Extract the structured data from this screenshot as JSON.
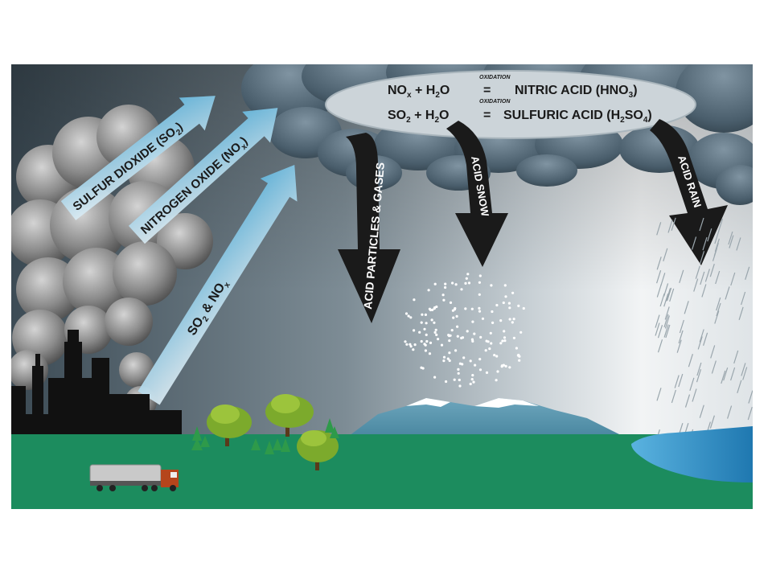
{
  "colors": {
    "sky_dark": "#3d4d57",
    "sky_light": "#eef1f3",
    "ground": "#1a8a5c",
    "water": "#2d8fc9",
    "mountain": "#4d8ea8",
    "cloud_dark": "#445866",
    "cloud_light": "#c9d2d8",
    "smoke": "#8a8a8a",
    "emission_arrow": "#8ec4dc",
    "deposition_arrow": "#1a1a1a",
    "tree": "#7ca82c",
    "truck_cab": "#b5451c"
  },
  "emissions": {
    "sulfur_dioxide": {
      "main": "SULFUR DIOXIDE (SO",
      "sub": "2",
      "end": ")"
    },
    "nitrogen_oxide": {
      "main": "NITROGEN OXIDE (NO",
      "sub": "x",
      "end": ")"
    },
    "combined": {
      "a": "SO",
      "a_sub": "2",
      "b": " & NO",
      "b_sub": "x"
    }
  },
  "reactions": {
    "nitric": {
      "r1": "NO",
      "r1_sub": "x",
      "plus": " + H",
      "h_sub": "2",
      "o": "O",
      "process": "OXIDATION",
      "equals": "=",
      "product": "NITRIC ACID (HNO",
      "product_sub": "3",
      "product_end": ")"
    },
    "sulfuric": {
      "r1": "SO",
      "r1_sub": "2",
      "plus": " + H",
      "h_sub": "2",
      "o": "O",
      "process": "OXIDATION",
      "equals": "=",
      "product": "SULFURIC ACID (H",
      "product_sub1": "2",
      "product_mid": "SO",
      "product_sub2": "4",
      "product_end": ")"
    }
  },
  "deposition": {
    "particles": "ACID PARTICLES & GASES",
    "snow": "ACID SNOW",
    "rain": "ACID RAIN"
  }
}
